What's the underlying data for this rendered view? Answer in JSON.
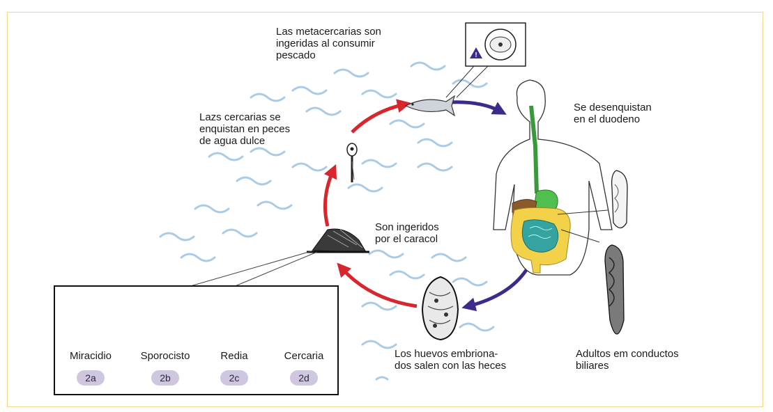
{
  "labels": {
    "metacercarias": "Las metacercarias son\ningeridas al consumir\npescado",
    "cercarias": "Lazs cercarias se\nenquistan en peces\nde agua dulce",
    "desenquistan": "Se desenquistan\nen el duodeno",
    "ingeridos": "Son ingeridos\npor el caracol",
    "huevos": "Los huevos embriona-\ndos salen con las heces",
    "adultos": "Adultos em conductos\nbiliares"
  },
  "warning_symbol": "!",
  "stages": [
    {
      "name": "Miracidio",
      "badge": "2a"
    },
    {
      "name": "Sporocisto",
      "badge": "2b"
    },
    {
      "name": "Redia",
      "badge": "2c"
    },
    {
      "name": "Cercaria",
      "badge": "2d"
    }
  ],
  "colors": {
    "frame": "#f3d987",
    "water": "#a9cbe6",
    "red_arrow": "#d8262e",
    "purple_arrow": "#3d2b8c",
    "esophagus": "#3a9a3a",
    "stomach": "#4fbf4f",
    "intestine": "#f3d24a",
    "small_intestine": "#35a3a0",
    "liver": "#8a5a2b",
    "badge": "#cfc6df"
  },
  "icons": [
    "fish-icon",
    "snail-icon",
    "human-silhouette-icon",
    "egg-icon",
    "adult-worm-icon",
    "metacercaria-cyst-icon",
    "warning-triangle-icon"
  ]
}
